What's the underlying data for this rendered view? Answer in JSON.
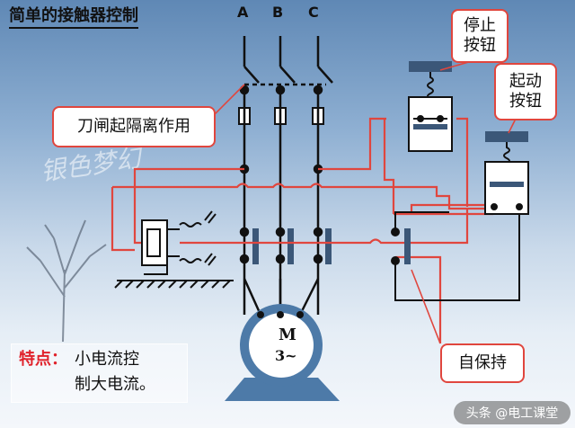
{
  "title": "简单的接触器控制",
  "phases": [
    "A",
    "B",
    "C"
  ],
  "callouts": {
    "knife_switch": "刀闸起隔离作用",
    "stop_button": [
      "停止",
      "按钮"
    ],
    "start_button": [
      "起动",
      "按钮"
    ],
    "self_hold": "自保持"
  },
  "motor": {
    "line1": "M",
    "line2": "3~"
  },
  "feature": {
    "label": "特点：",
    "line1": "小电流控",
    "line2": "制大电流。"
  },
  "watermark": "银色梦幻",
  "footer": "头条 @电工课堂",
  "colors": {
    "wire": "#111111",
    "control_wire": "#e0463e",
    "contact": "#3b5778",
    "motor": "#4d7aa8"
  }
}
